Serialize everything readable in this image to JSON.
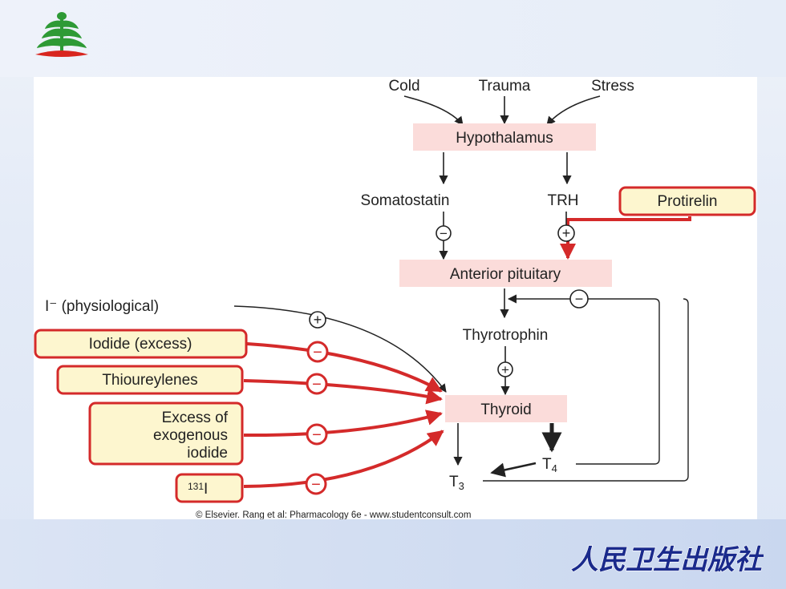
{
  "diagram": {
    "stimuli": {
      "cold": "Cold",
      "trauma": "Trauma",
      "stress": "Stress"
    },
    "hypothalamus": "Hypothalamus",
    "somatostatin": "Somatostatin",
    "trh": "TRH",
    "protirelin": "Protirelin",
    "anterior_pituitary": "Anterior pituitary",
    "thyrotrophin": "Thyrotrophin",
    "thyroid": "Thyroid",
    "t4": "T",
    "t4_sub": "4",
    "t3": "T",
    "t3_sub": "3",
    "iodide_physiological": "I⁻ (physiological)",
    "iodide_excess": "Iodide (excess)",
    "thioureylenes": "Thioureylenes",
    "exogenous_iodide": [
      "Excess of",
      "exogenous",
      "iodide"
    ],
    "radioiodine_sup": "131",
    "radioiodine": "I",
    "plus": "+",
    "minus": "−",
    "copyright": "© Elsevier. Rang et al: Pharmacology 6e - www.studentconsult.com"
  },
  "publisher": "人民卫生出版社",
  "colors": {
    "drug_red": "#d42a2a",
    "box_pink": "#fbdcda",
    "drug_box_bg": "#fdf6cf",
    "arrow_dark": "#222222"
  }
}
